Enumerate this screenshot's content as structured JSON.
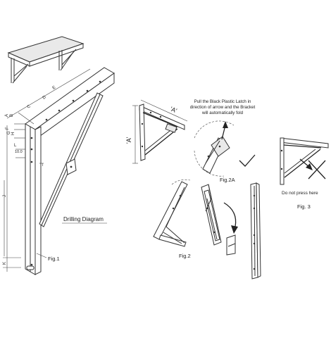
{
  "fig1": {
    "drilling_label": "Drilling Diagram",
    "caption": "Fig.1",
    "dims": {
      "a": "A",
      "b": "B",
      "c": "C",
      "d": "D",
      "e": "E",
      "f": "F",
      "g": "G",
      "h": "H",
      "l": "L",
      "ten": "10.0",
      "i": "I",
      "j": "J",
      "k": "K"
    }
  },
  "fig_a": {
    "top_label": "'A'",
    "side_label": "'A'"
  },
  "fig2a": {
    "note_line1": "Pull the Black Plastic Latch in",
    "note_line2": "direction of arrow and the Bracket",
    "note_line3": "will automatically fold",
    "caption": "Fig.2A"
  },
  "fig2": {
    "caption": "Fig.2"
  },
  "fig3": {
    "note": "Do not press here",
    "caption": "Fig. 3"
  }
}
